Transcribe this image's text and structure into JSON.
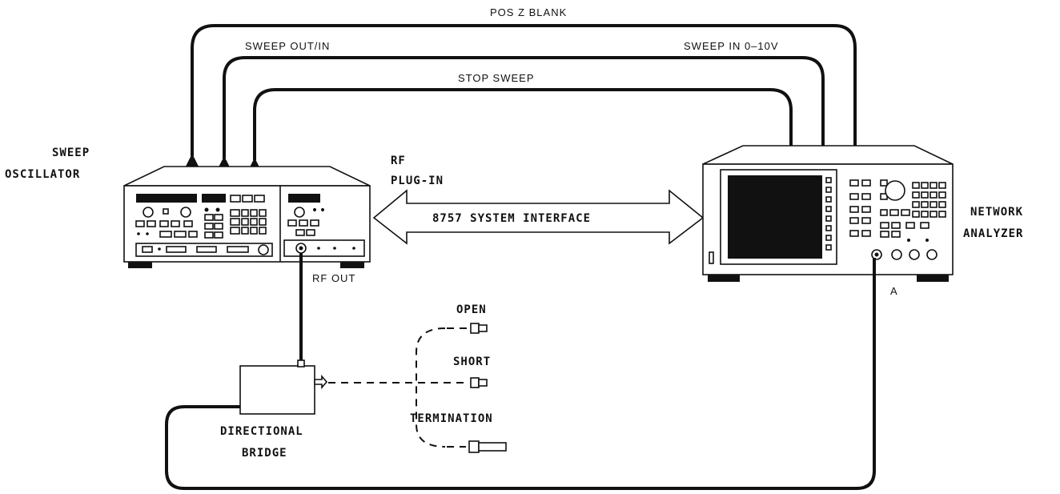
{
  "labels": {
    "pos_z_blank": "POS Z BLANK",
    "sweep_out_in": "SWEEP OUT/IN",
    "sweep_in": "SWEEP IN 0–10V",
    "stop_sweep": "STOP SWEEP",
    "sweep": "SWEEP",
    "oscillator": "OSCILLATOR",
    "rf": "RF",
    "plug_in": "PLUG-IN",
    "system_interface": "8757 SYSTEM INTERFACE",
    "network": "NETWORK",
    "analyzer": "ANALYZER",
    "rf_out": "RF OUT",
    "port_a": "A",
    "open": "OPEN",
    "short": "SHORT",
    "termination": "TERMINATION",
    "directional": "DIRECTIONAL",
    "bridge": "BRIDGE"
  }
}
